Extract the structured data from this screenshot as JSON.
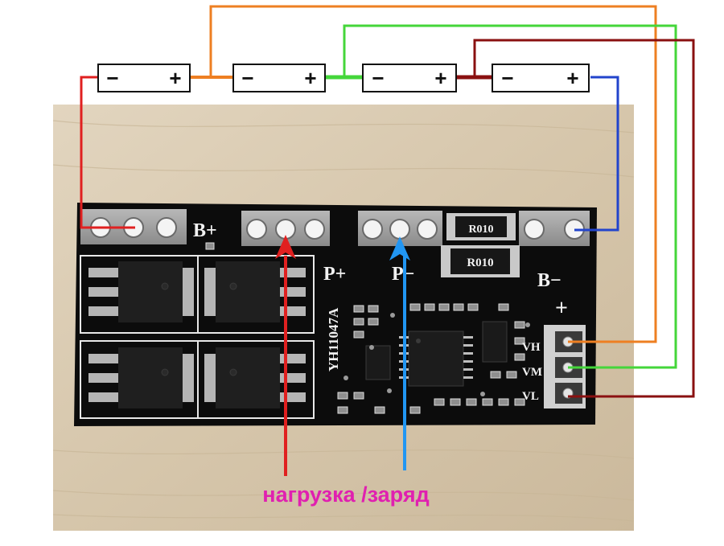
{
  "batteries": [
    {
      "minus": "−",
      "plus": "+"
    },
    {
      "minus": "−",
      "plus": "+"
    },
    {
      "minus": "−",
      "plus": "+"
    },
    {
      "minus": "−",
      "plus": "+"
    }
  ],
  "board": {
    "b_plus": "B+",
    "p_plus": "P+",
    "p_minus": "P−",
    "b_minus": "B−",
    "b_minus_plus": "+",
    "model": "YH11047A",
    "resistor_top": "R010",
    "resistor_bottom": "R010",
    "vh": "VH",
    "vm": "VM",
    "vl": "VL"
  },
  "annotation": {
    "text": "нагрузка /заряд"
  },
  "colors": {
    "red_wire": "#e02020",
    "orange_wire": "#ee7f22",
    "green_wire": "#44d63a",
    "dark_red_wire": "#8a1010",
    "blue_wire": "#2244cc",
    "blue_arrow": "#2196f3",
    "annotation_text": "#e020b0",
    "board": "#0c0c0c",
    "background": "#d9cbb3"
  }
}
